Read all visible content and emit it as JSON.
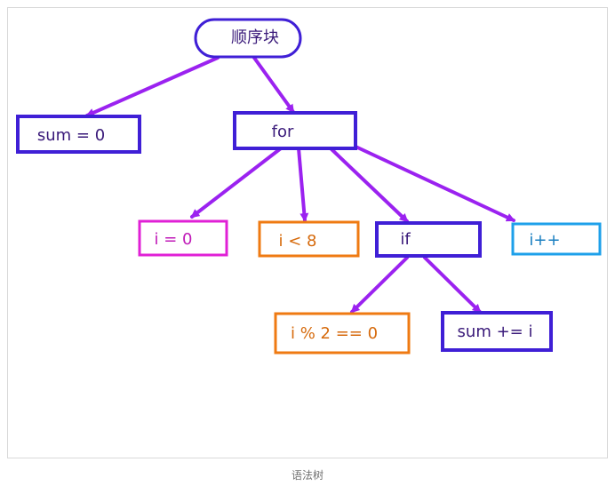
{
  "diagram": {
    "type": "syntax-tree",
    "colors": {
      "arrow": "#9b22f0",
      "indigo": "#3f1fd6",
      "magenta": "#e020d6",
      "orange": "#ef7a12",
      "cyan": "#1ea0ea",
      "text_dark": "#3a1a7a"
    },
    "nodes": {
      "root": "顺序块",
      "sum_init": "sum = 0",
      "for": "for",
      "i_init": "i = 0",
      "i_cond": "i < 8",
      "if": "if",
      "i_inc": "i++",
      "if_cond": "i % 2 == 0",
      "sum_add": "sum += i"
    },
    "edges": [
      [
        "root",
        "sum_init"
      ],
      [
        "root",
        "for"
      ],
      [
        "for",
        "i_init"
      ],
      [
        "for",
        "i_cond"
      ],
      [
        "for",
        "if"
      ],
      [
        "for",
        "i_inc"
      ],
      [
        "if",
        "if_cond"
      ],
      [
        "if",
        "sum_add"
      ]
    ]
  },
  "caption": "语法树"
}
